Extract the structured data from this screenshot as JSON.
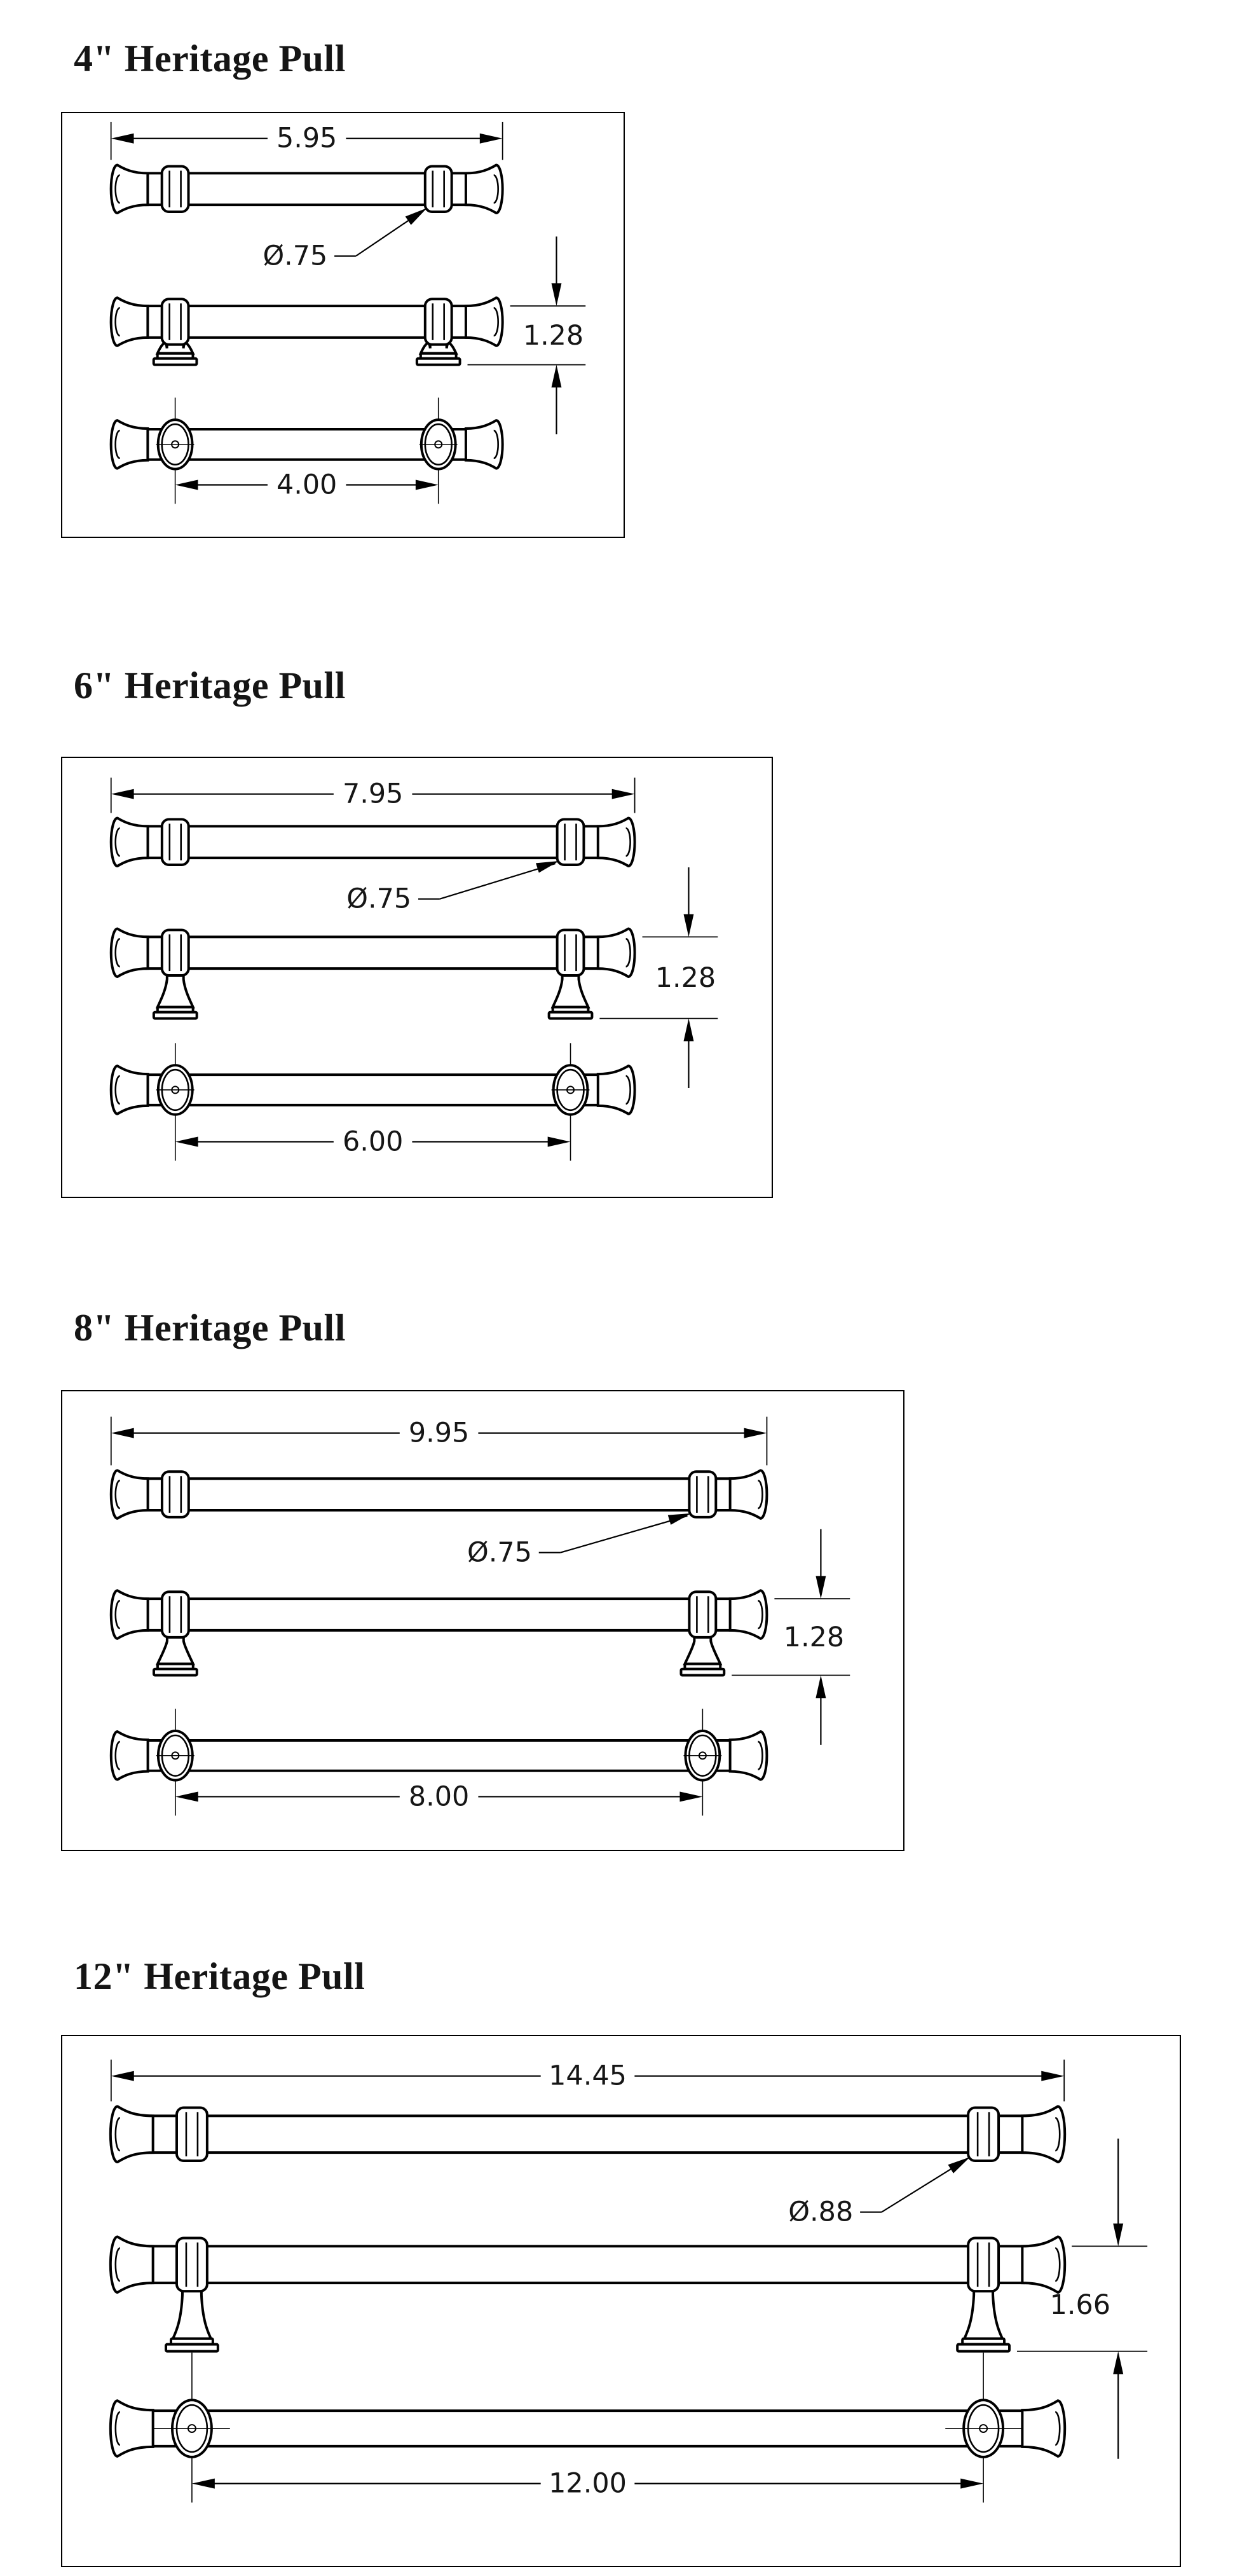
{
  "page": {
    "background": "#ffffff",
    "line_color": "#000000",
    "text_color": "#161616"
  },
  "sections": [
    {
      "id": "pull-4in",
      "title": "4\" Heritage Pull",
      "dimensions": {
        "overall_length": "5.95",
        "post_diameter": "Ø.75",
        "height": "1.28",
        "center_to_center": "4.00"
      },
      "inches": {
        "overall_length": 5.95,
        "center_to_center": 4.0
      }
    },
    {
      "id": "pull-6in",
      "title": "6\" Heritage Pull",
      "dimensions": {
        "overall_length": "7.95",
        "post_diameter": "Ø.75",
        "height": "1.28",
        "center_to_center": "6.00"
      },
      "inches": {
        "overall_length": 7.95,
        "center_to_center": 6.0
      }
    },
    {
      "id": "pull-8in",
      "title": "8\" Heritage Pull",
      "dimensions": {
        "overall_length": "9.95",
        "post_diameter": "Ø.75",
        "height": "1.28",
        "center_to_center": "8.00"
      },
      "inches": {
        "overall_length": 9.95,
        "center_to_center": 8.0
      }
    },
    {
      "id": "pull-12in",
      "title": "12\" Heritage Pull",
      "dimensions": {
        "overall_length": "14.45",
        "post_diameter": "Ø.88",
        "height": "1.66",
        "center_to_center": "12.00"
      },
      "inches": {
        "overall_length": 14.45,
        "center_to_center": 12.0
      }
    }
  ]
}
